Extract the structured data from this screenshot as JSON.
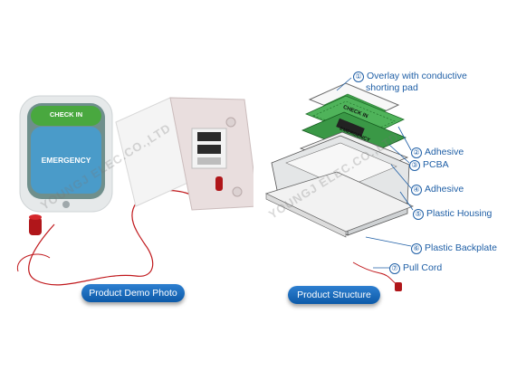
{
  "left": {
    "device_label_top": "CHECK IN",
    "device_label_bottom": "EMERGENCY",
    "watermark": "YOUNGJ ELEC.CO.,LTD",
    "caption": "Product Demo Photo"
  },
  "right": {
    "watermark": "YOUNGJ ELEC.CO.,LTD",
    "overlay_text_top": "CHECK IN",
    "overlay_text_bottom": "EMERGENCY",
    "caption": "Product Structure",
    "callouts": [
      {
        "num": "①",
        "label": "Overlay with conductive",
        "label2": "shorting pad"
      },
      {
        "num": "②",
        "label": "Adhesive"
      },
      {
        "num": "③",
        "label": "PCBA"
      },
      {
        "num": "④",
        "label": "Adhesive"
      },
      {
        "num": "⑤",
        "label": "Plastic Housing"
      },
      {
        "num": "⑥",
        "label": "Plastic Backplate"
      },
      {
        "num": "⑦",
        "label": "Pull Cord"
      }
    ]
  },
  "colors": {
    "accent_blue": "#1f5fa6",
    "check_in_green": "#49a83f",
    "emergency_blue": "#4a9bc9",
    "cord_red": "#c0181c"
  }
}
